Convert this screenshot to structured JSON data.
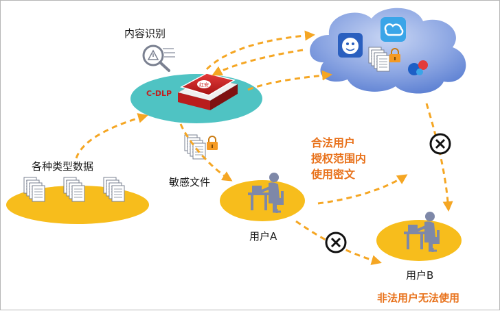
{
  "labels": {
    "content_recognition": "内容识别",
    "cdlp": "C-DLP",
    "device_badge": "红安",
    "data_types": "各种类型数据",
    "sensitive_files": "敏感文件",
    "user_a": "用户A",
    "user_b": "用户B",
    "legit_line1": "合法用户",
    "legit_line2": "授权范围内",
    "legit_line3": "使用密文",
    "illegal": "非法用户无法使用"
  },
  "colors": {
    "accent_orange": "#f5a623",
    "gold_ellipse": "#f7bd1c",
    "teal_ellipse": "#4fc3c3",
    "cloud_blue": "#5b7fd2",
    "emphasis_text": "#e8711a",
    "person_gray": "#7e88a8"
  },
  "icons": [
    "magnifier-warning-icon",
    "cdlp-device-icon",
    "cloud-app-icon-face",
    "cloud-app-icon-link",
    "cloud-app-icon-bird",
    "locked-document-icon",
    "document-stack-icon",
    "user-workstation-icon",
    "forbidden-icon"
  ]
}
